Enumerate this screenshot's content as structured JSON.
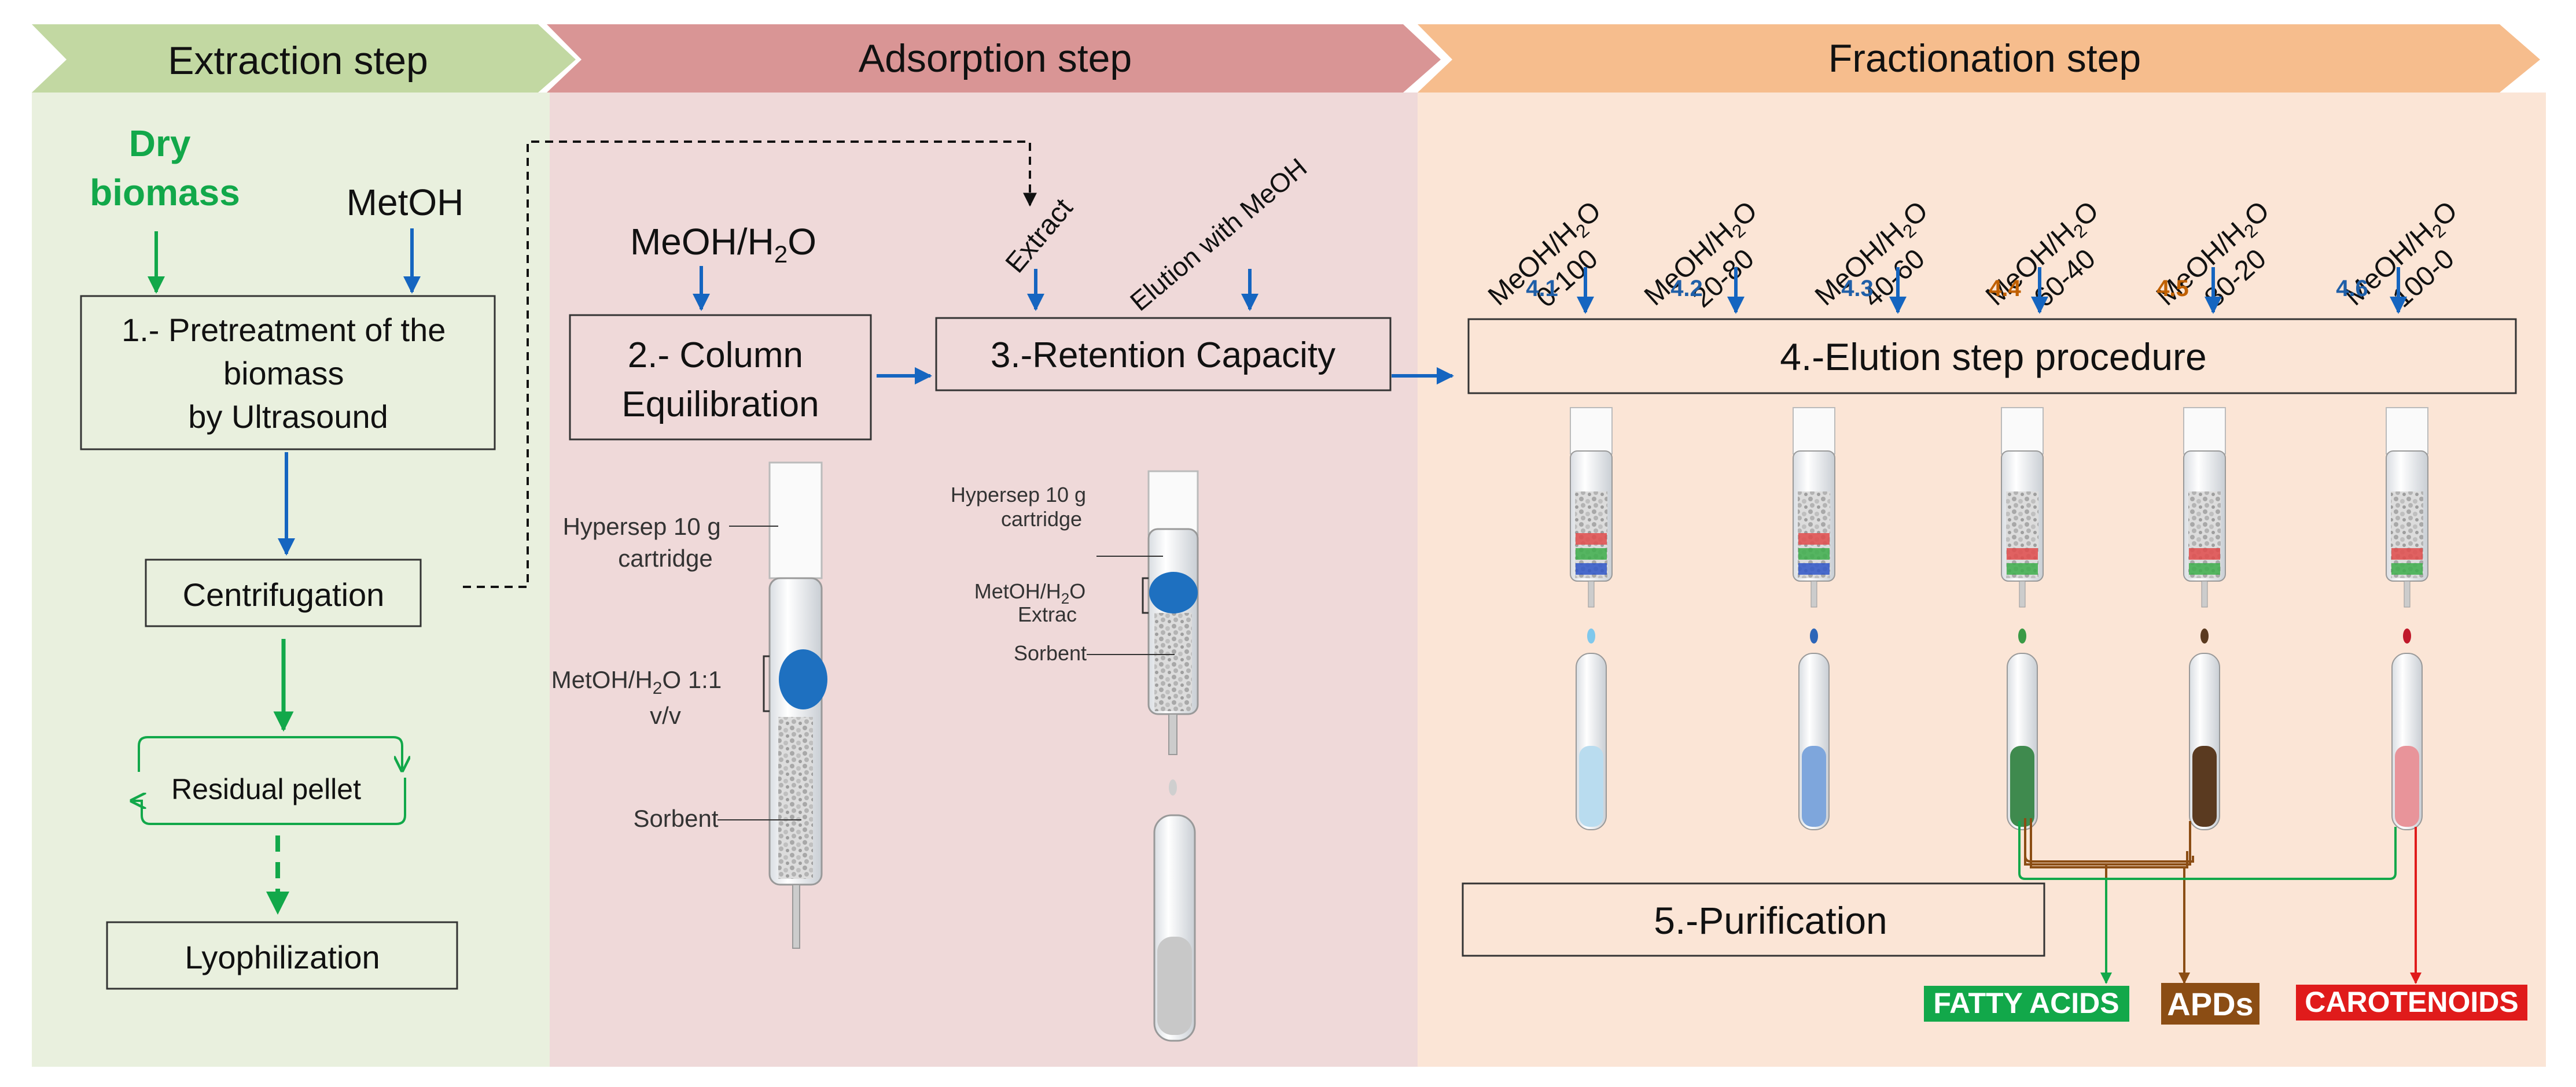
{
  "colors": {
    "extraction_bg": "#e9f0de",
    "extraction_header": "#c2d8a2",
    "adsorption_bg": "#efd9d9",
    "adsorption_header": "#d99595",
    "fractionation_bg": "#fbe5d6",
    "fractionation_header": "#f6bd8d",
    "blue_arrow": "#1565c0",
    "green_arrow": "#12a84a",
    "brown": "#8b4d14",
    "red": "#e01b1b",
    "label_orange": "#c06000"
  },
  "headers": {
    "extraction": "Extraction step",
    "adsorption": "Adsorption step",
    "fractionation": "Fractionation step"
  },
  "extraction": {
    "dry_biomass_line1": "Dry",
    "dry_biomass_line2": "biomass",
    "metoh": "MetOH",
    "pretreatment_line1": "1.- Pretreatment of the",
    "pretreatment_line2": "biomass",
    "pretreatment_line3": "by Ultrasound",
    "centrifugation": "Centrifugation",
    "residual_pellet": "Residual pellet",
    "lyophilization": "Lyophilization"
  },
  "adsorption": {
    "meoh_h2o": "MeOH/H",
    "meoh_h2o_sub": "2",
    "meoh_h2o_end": "O",
    "column_eq_line1": "2.- Column",
    "column_eq_line2": "Equilibration",
    "extract_label": "Extract",
    "elution_meoh_label": "Elution with MeOH",
    "retention": "3.-Retention Capacity",
    "cart1_label_line1": "Hypersep 10 g",
    "cart1_label_line2": "cartridge",
    "cart1_metoh_line1": "MetOH/H",
    "cart1_metoh_sub": "2",
    "cart1_metoh_end": "O 1:1",
    "cart1_metoh_line2": "v/v",
    "cart1_sorbent": "Sorbent",
    "cart2_label_line1": "Hypersep 10 g",
    "cart2_label_line2": "cartridge",
    "cart2_metoh_line1": "MetOH/H",
    "cart2_metoh_sub": "2",
    "cart2_metoh_end": "O",
    "cart2_metoh_line2": "Extrac",
    "cart2_sorbent": "Sorbent"
  },
  "fractionation": {
    "elution_procedure": "4.-Elution step procedure",
    "purification": "5.-Purification",
    "solvent_prefix": "MeOH/H",
    "solvent_sub": "2",
    "solvent_end": "O",
    "fractions": [
      {
        "num": "4.1",
        "ratio": "0-100",
        "num_color": "#1f5fa8"
      },
      {
        "num": "4.2",
        "ratio": "20-80",
        "num_color": "#1f5fa8"
      },
      {
        "num": "4.3",
        "ratio": "40-60",
        "num_color": "#1f5fa8"
      },
      {
        "num": "4.4",
        "ratio": "60-40",
        "num_color": "#c06000"
      },
      {
        "num": "4.5",
        "ratio": "80-20",
        "num_color": "#c06000"
      },
      {
        "num": "4.6",
        "ratio": "100-0",
        "num_color": "#1f5fa8"
      }
    ],
    "tube_liquids": [
      "#b9dcef",
      "#7ea6dc",
      "#3f8a4e",
      "#5a3a20",
      "#e8949a"
    ],
    "products": {
      "fatty_acids": "FATTY ACIDS",
      "apds": "APDs",
      "carotenoids": "CAROTENOIDS"
    }
  }
}
